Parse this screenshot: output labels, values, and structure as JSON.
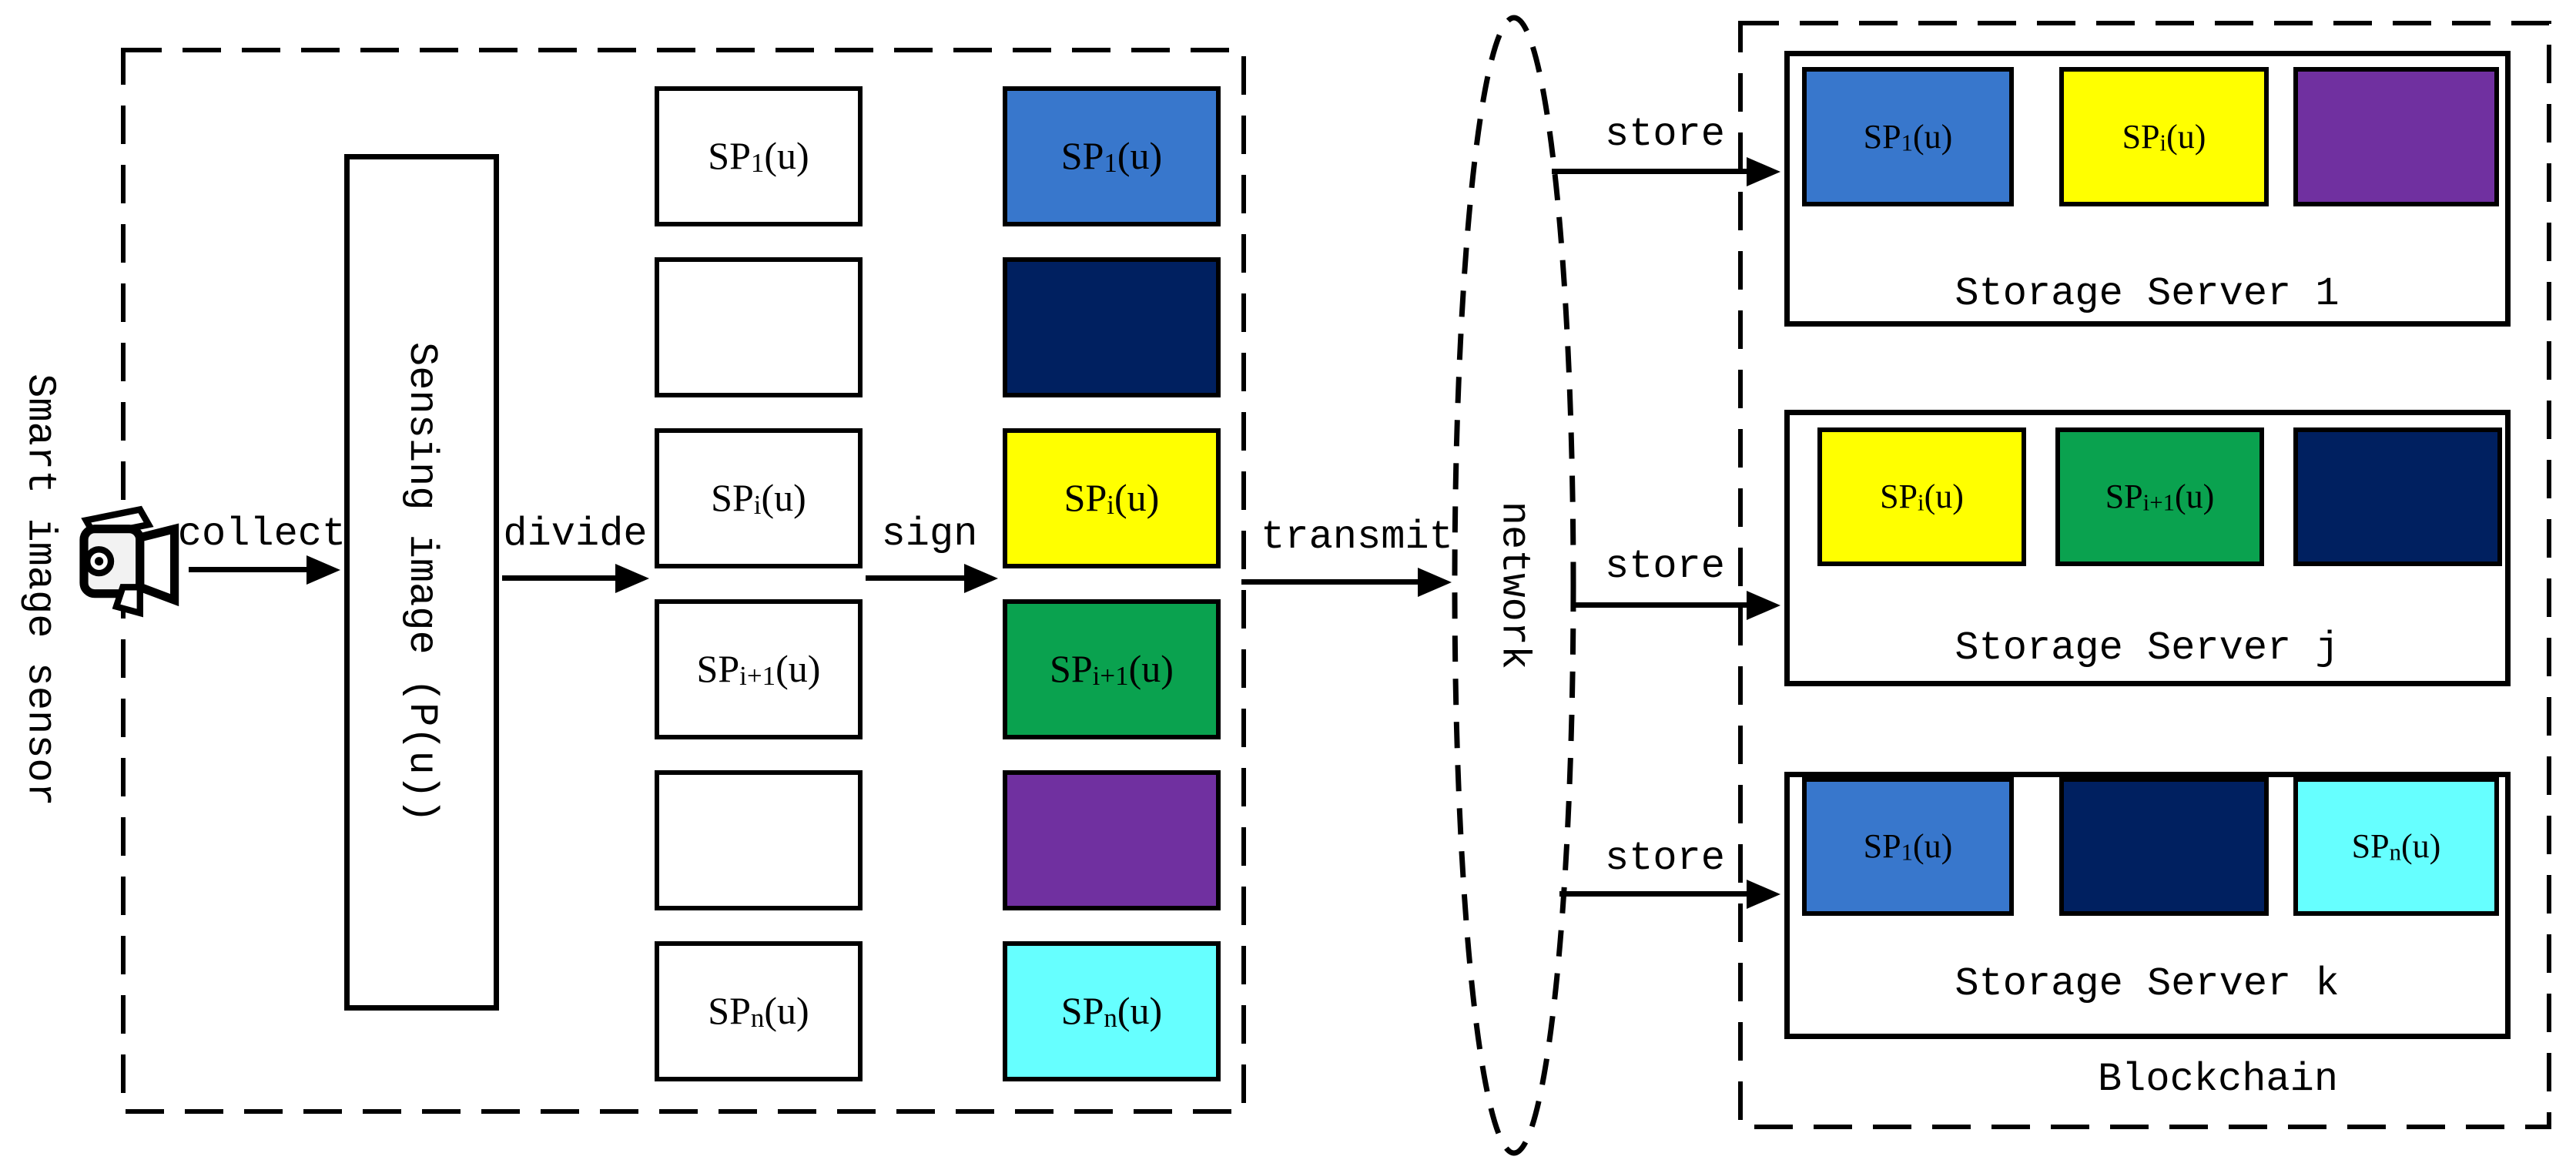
{
  "labels": {
    "sensor": "Smart image sensor",
    "sensing_box": "Sensing image (P(u))",
    "collect": "collect",
    "divide": "divide",
    "sign": "sign",
    "transmit": "transmit",
    "network": "network",
    "store": "store",
    "blockchain": "Blockchain"
  },
  "colors": {
    "blue": "#3877CC",
    "navy": "#002060",
    "yellow": "#FFFF00",
    "green": "#0AA24F",
    "purple": "#7030A0",
    "cyan": "#66FFFF",
    "white": "#FFFFFF",
    "line": "#000000"
  },
  "plain_column": [
    {
      "base": "SP",
      "sub": "1",
      "rest": "(u)"
    },
    {},
    {
      "base": "SP",
      "sub": "i",
      "rest": "(u)"
    },
    {
      "base": "SP",
      "sub": "i+1",
      "rest": "(u)"
    },
    {},
    {
      "base": "SP",
      "sub": "n",
      "rest": "(u)"
    }
  ],
  "signed_column": [
    {
      "color": "blue",
      "base": "SP",
      "sub": "1",
      "rest": "(u)"
    },
    {
      "color": "navy"
    },
    {
      "color": "yellow",
      "base": "SP",
      "sub": "i",
      "rest": "(u)"
    },
    {
      "color": "green",
      "base": "SP",
      "sub": "i+1",
      "rest": "(u)"
    },
    {
      "color": "purple"
    },
    {
      "color": "cyan",
      "base": "SP",
      "sub": "n",
      "rest": "(u)"
    }
  ],
  "servers": [
    {
      "name": "Storage Server 1",
      "blocks": [
        {
          "color": "blue",
          "base": "SP",
          "sub": "1",
          "rest": "(u)"
        },
        {
          "color": "yellow",
          "base": "SP",
          "sub": "i",
          "rest": "(u)"
        },
        {
          "color": "purple"
        }
      ]
    },
    {
      "name": "Storage Server j",
      "blocks": [
        {
          "color": "yellow",
          "base": "SP",
          "sub": "i",
          "rest": "(u)"
        },
        {
          "color": "green",
          "base": "SP",
          "sub": "i+1",
          "rest": "(u)"
        },
        {
          "color": "navy"
        }
      ]
    },
    {
      "name": "Storage Server k",
      "blocks": [
        {
          "color": "blue",
          "base": "SP",
          "sub": "1",
          "rest": "(u)"
        },
        {
          "color": "navy"
        },
        {
          "color": "cyan",
          "base": "SP",
          "sub": "n",
          "rest": "(u)"
        }
      ]
    }
  ]
}
